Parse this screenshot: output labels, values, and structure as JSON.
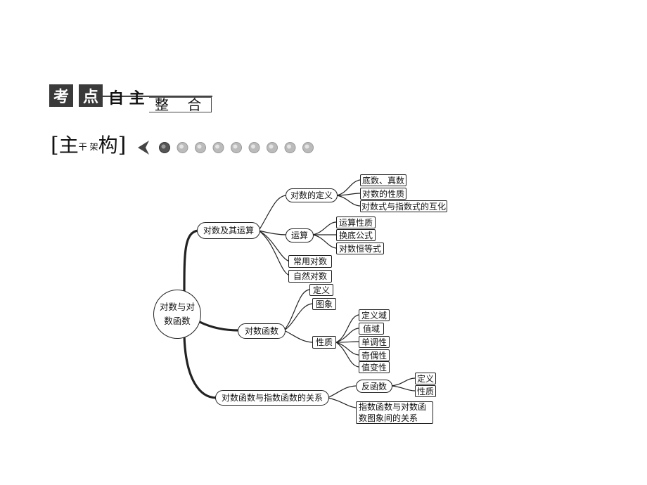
{
  "header": {
    "badge_chars": [
      "考",
      "点",
      "自 主"
    ],
    "subtitle": "整 合"
  },
  "section": {
    "bracket_open": "[",
    "main_char": "主",
    "small_chars": "干 架",
    "last_char": "构",
    "bracket_close": "]"
  },
  "progress_dots": {
    "count": 9,
    "active_index": 0,
    "arrow_icon": "arrow-left-icon"
  },
  "mindmap": {
    "root": "对数与对数函数",
    "branches": [
      {
        "label": "对数及其运算",
        "children": [
          {
            "label": "对数的定义",
            "children": [
              "底数、真数",
              "对数的性质",
              "对数式与指数式的互化"
            ]
          },
          {
            "label": "运算",
            "children": [
              "运算性质",
              "换底公式",
              "对数恒等式"
            ]
          },
          {
            "label": "常用对数"
          },
          {
            "label": "自然对数"
          }
        ]
      },
      {
        "label": "对数函数",
        "children": [
          {
            "label": "定义"
          },
          {
            "label": "图象"
          },
          {
            "label": "性质",
            "children": [
              "定义域",
              "值域",
              "单调性",
              "奇偶性",
              "值变性"
            ]
          }
        ]
      },
      {
        "label": "对数函数与指数函数的关系",
        "children": [
          {
            "label": "反函数",
            "children": [
              "定义",
              "性质"
            ]
          },
          {
            "label": "指数函数与对数函数图象间的关系"
          }
        ]
      }
    ]
  },
  "colors": {
    "line": "#222222",
    "badge_bg": "#3a3a3a",
    "dot_active": "#555555",
    "dot_inactive": "#bbbbbb"
  }
}
